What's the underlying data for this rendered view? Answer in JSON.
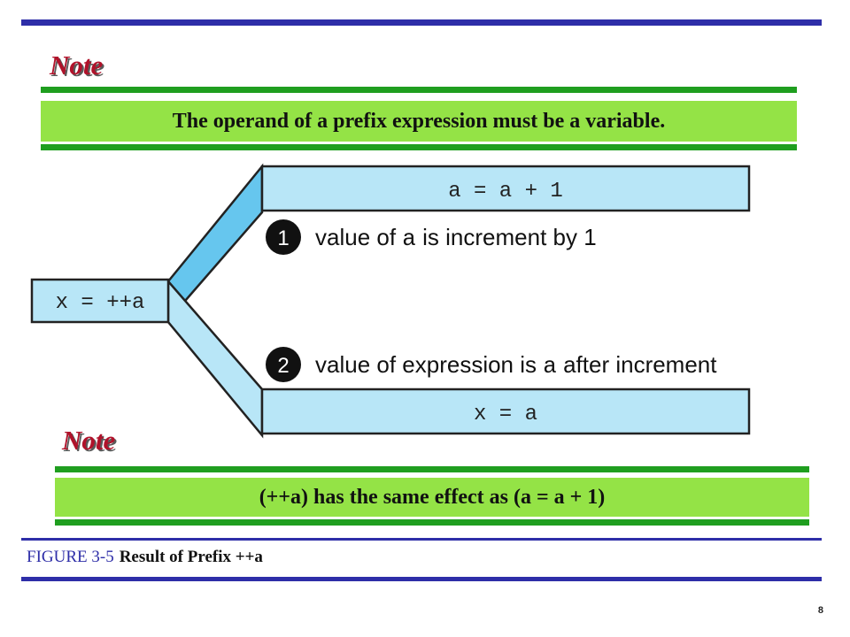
{
  "note1": {
    "title": "Note",
    "text": "The operand of a prefix expression must be a variable."
  },
  "diagram": {
    "source_box": "x = ++a",
    "top_box": "a = a + 1",
    "bottom_box": "x = a",
    "steps": [
      {
        "number": "1",
        "before": "value of ",
        "code": "a",
        "after": " is increment by 1"
      },
      {
        "number": "2",
        "before": "value of expression is ",
        "code": "a",
        "after": " after increment"
      }
    ]
  },
  "note2": {
    "title": "Note",
    "text": "(++a) has the same effect as (a = a + 1)"
  },
  "figure": {
    "number": "FIGURE 3-5",
    "caption": "Result of Prefix ++a"
  },
  "page_number": "8",
  "colors": {
    "accent_blue": "#2e2ea8",
    "note_title_red": "#b0122a",
    "green_line": "#1f9e1f",
    "green_band": "#94e346",
    "box_fill": "#b8e6f7",
    "connector_fill": "#66c6ee"
  }
}
